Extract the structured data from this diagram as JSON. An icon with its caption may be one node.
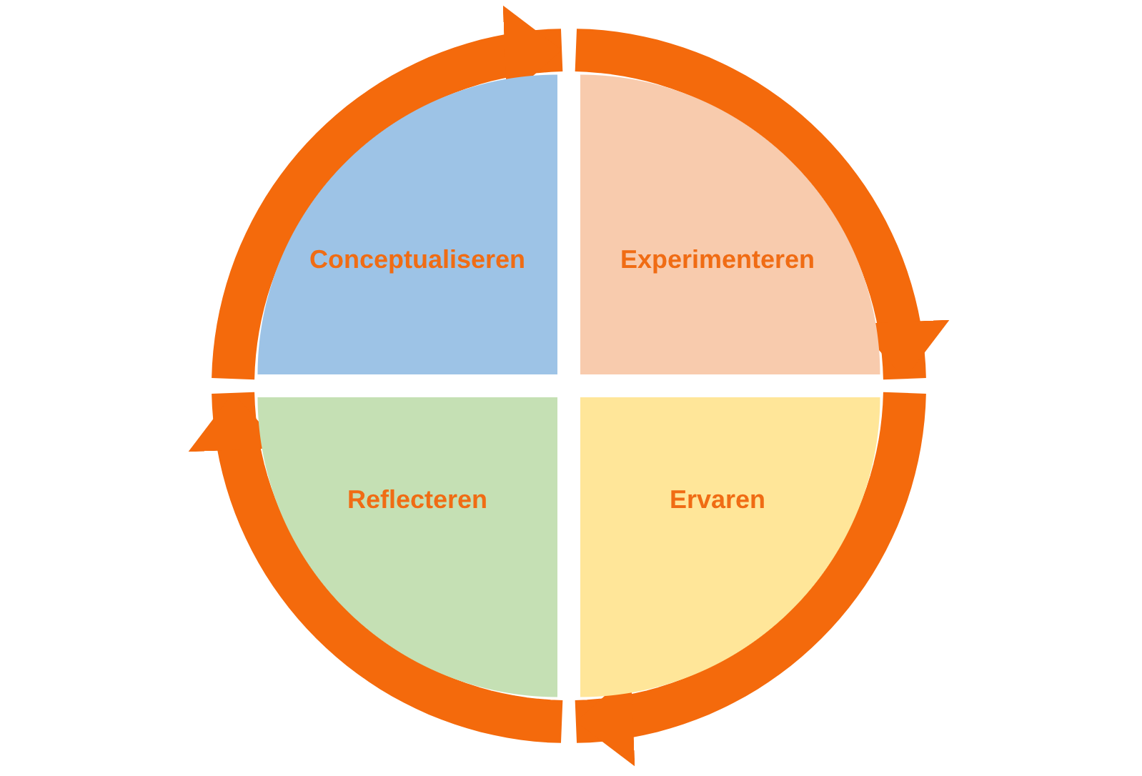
{
  "diagram": {
    "nodes": [
      {
        "text": [
          "Conceptualiseren"
        ]
      },
      {
        "text": [
          "Experimenteren"
        ]
      },
      {
        "text": [
          "Reflecteren"
        ]
      },
      {
        "text": [
          "Ervaren"
        ]
      }
    ],
    "edges": [
      {
        "from": 0,
        "to": 1,
        "arrow": "to"
      },
      {
        "from": 1,
        "to": 3,
        "arrow": "to"
      },
      {
        "from": 3,
        "to": 2,
        "arrow": "to"
      },
      {
        "from": 2,
        "to": 0,
        "arrow": "to"
      }
    ]
  }
}
